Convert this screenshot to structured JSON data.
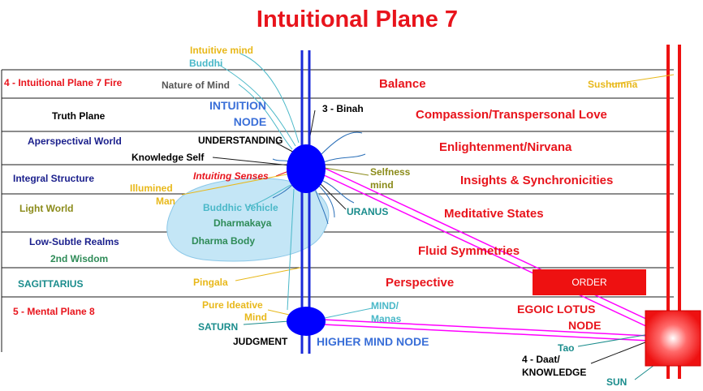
{
  "title": "Intuitional Plane   7",
  "rows": [
    {
      "left_label": "4 - Intuitional Plane  7   Fire",
      "left_color": "#e8141c",
      "right_label": "Balance",
      "right_color": "#e8141c"
    },
    {
      "left_label": "Truth Plane",
      "left_color": "#000000",
      "right_label": "Compassion/Transpersonal Love",
      "right_color": "#e8141c"
    },
    {
      "left_label": "Aperspectival World",
      "left_color": "#1a1f8c",
      "right_label": "Enlightenment/Nirvana",
      "right_color": "#e8141c"
    },
    {
      "left_label": "Integral Structure",
      "left_color": "#1a1f8c",
      "right_label": "Insights & Synchronicities",
      "right_color": "#e8141c"
    },
    {
      "left_label": "Light World",
      "left_color": "#8b8b1a",
      "right_label": "Meditative States",
      "right_color": "#e8141c"
    },
    {
      "left_label": "Low-Subtle Realms",
      "left_color": "#1a1f8c",
      "right_label": "Fluid Symmetries",
      "right_color": "#e8141c"
    },
    {
      "left_label": "2nd Wisdom",
      "left_color": "#2e8b57",
      "right_label": "",
      "right_color": "#e8141c"
    },
    {
      "left_label": "SAGITTARIUS",
      "left_color": "#1a8c8c",
      "right_label": "Perspective",
      "right_color": "#e8141c"
    },
    {
      "left_label": "5 - Mental Plane  8",
      "left_color": "#e8141c",
      "right_label": "",
      "right_color": "#e8141c"
    }
  ],
  "labels": {
    "intuitive_mind": "Intuitive mind",
    "buddhi": "Buddhi",
    "nature_of_mind": "Nature of Mind",
    "intuition_node_1": "INTUITION",
    "intuition_node_2": "NODE",
    "binah": "3 - Binah",
    "understanding": "UNDERSTANDING",
    "knowledge_self": "Knowledge Self",
    "intuiting_senses": "Intuiting Senses",
    "selfness_1": "Selfness",
    "selfness_2": "mind",
    "illumined_1": "Illumined",
    "illumined_2": "Man",
    "buddhic_vehicle": "Buddhic Vehicle",
    "dharmakaya": "Dharmakaya",
    "dharma_body": "Dharma Body",
    "uranus": "URANUS",
    "sushumna": "Sushumna",
    "pingala": "Pingala",
    "order": "ORDER",
    "pure_ideative_1": "Pure Ideative",
    "pure_ideative_2": "Mind",
    "saturn": "SATURN",
    "judgment": "JUDGMENT",
    "higher_mind_node": "HIGHER MIND NODE",
    "mind_manas_1": "MIND/",
    "mind_manas_2": "Manas",
    "egoic_lotus_1": "EGOIC LOTUS",
    "egoic_lotus_2": "NODE",
    "tao": "Tao",
    "daat_1": "4 - Daat/",
    "daat_2": "KNOWLEDGE",
    "sun": "SUN"
  },
  "colors": {
    "red": "#e8141c",
    "blue_node": "#0000ff",
    "pink_line": "#ff00ff",
    "gold": "#e8b81a",
    "teal": "#1a8c8c",
    "green": "#2e8b57",
    "navy": "#1a1f8c",
    "blue_text": "#3a6fd8",
    "cyan": "#4ab8c8"
  }
}
